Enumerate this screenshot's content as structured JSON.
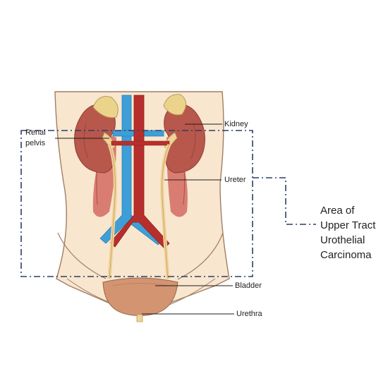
{
  "labels": {
    "kidney": "Kidney",
    "renal_pelvis": [
      "Renal",
      "pelvis"
    ],
    "ureter": "Ureter",
    "bladder": "Bladder",
    "urethra": "Urethra"
  },
  "callout": {
    "lines": [
      "Area of",
      "Upper Tract",
      "Urothelial",
      "Carcinoma"
    ]
  },
  "colors": {
    "skin": "#f8e6cf",
    "skin_outline": "#a07f64",
    "kidney": "#b8574c",
    "adrenal": "#ecd38c",
    "vein": "#3e9fd8",
    "artery": "#b72f2c",
    "ureter": "#f0d29a",
    "bladder": "#d39471",
    "dashed_box": "#2c3e66"
  }
}
